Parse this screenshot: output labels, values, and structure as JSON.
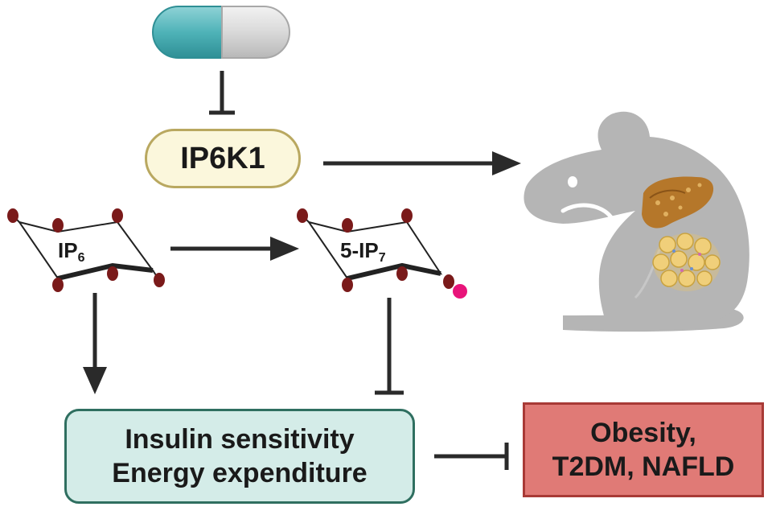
{
  "nodes": {
    "ip6k1": "IP6K1",
    "ip6": {
      "base": "IP",
      "sub": "6"
    },
    "ip7": {
      "base": "5-IP",
      "sub": "7"
    },
    "insulin": {
      "line1": "Insulin sensitivity",
      "line2": "Energy expenditure"
    },
    "disease": {
      "line1": "Obesity,",
      "line2": "T2DM, NAFLD"
    }
  },
  "icons": [
    "drug-capsule-icon",
    "mouse-icon",
    "liver-icon",
    "adipose-tissue-icon"
  ],
  "colors": {
    "capsule_teal": "#4fb3b8",
    "capsule_grey": "#d9d9d9",
    "mouse_grey": "#b5b5b5",
    "phosphate": "#7a1a1a",
    "pyrophosphate": "#e8147a",
    "arrow": "#2a2a2a"
  }
}
